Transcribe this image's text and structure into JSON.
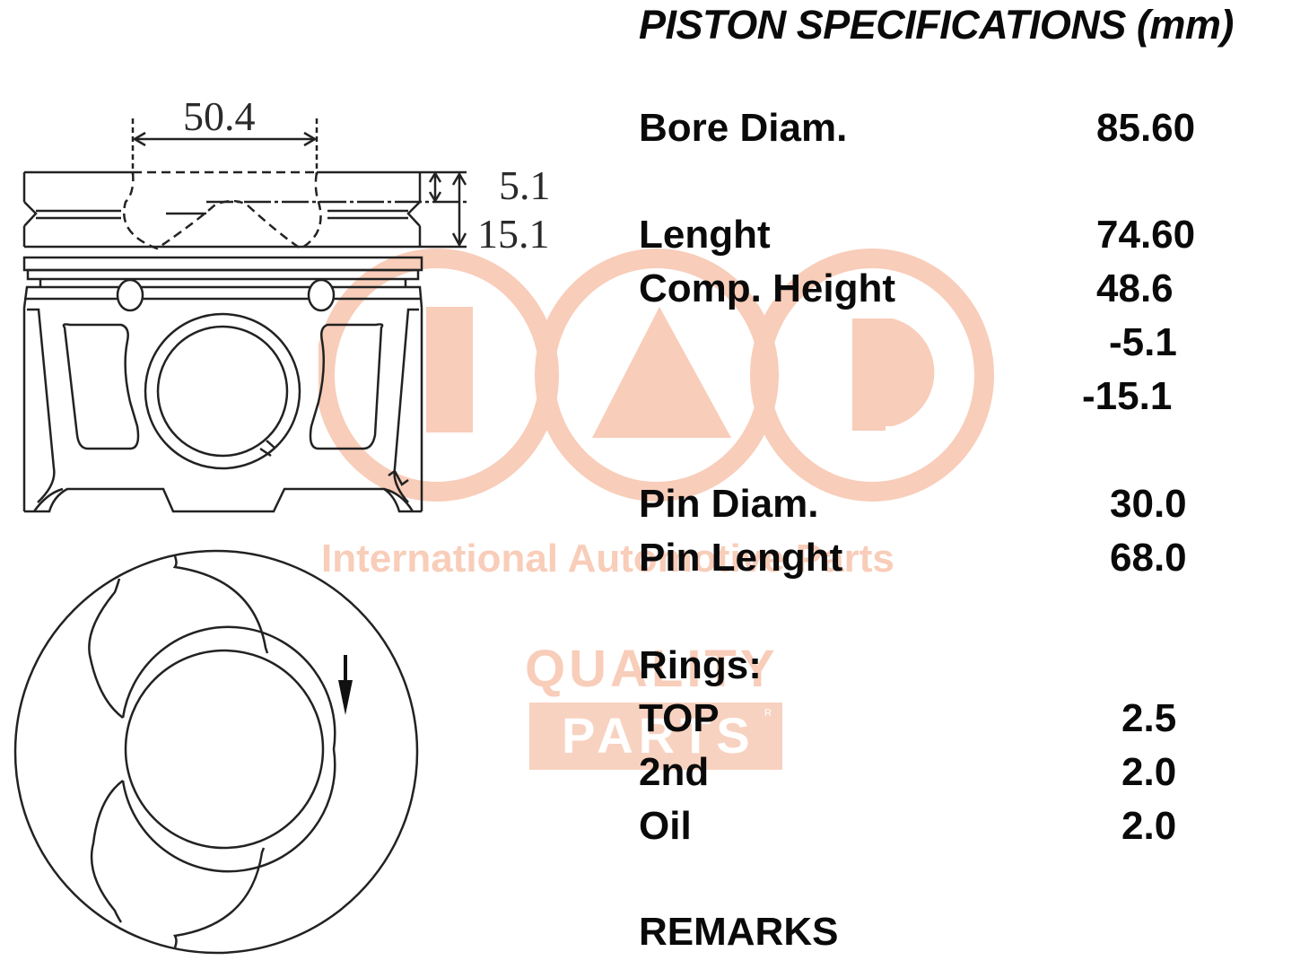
{
  "header": {
    "title": "PISTON SPECIFICATIONS (mm)"
  },
  "drawing": {
    "side_view": {
      "dimensions": {
        "bowl_diameter": "50.4",
        "bowl_depth": "5.1",
        "top_ring_depth": "15.1"
      }
    },
    "top_view": {
      "arrow_icon": "arrow-down-icon"
    }
  },
  "specs": {
    "bore_diam": {
      "label": "Bore Diam.",
      "value": "85.60"
    },
    "length": {
      "label": "Lenght",
      "value": "74.60"
    },
    "comp_height": {
      "label": "Comp. Height",
      "value": "48.6",
      "extra_values": [
        "-5.1",
        "-15.1"
      ]
    },
    "pin_diam": {
      "label": "Pin Diam.",
      "value": "30.0"
    },
    "pin_length": {
      "label": "Pin Lenght",
      "value": "68.0"
    },
    "rings": {
      "heading": "Rings:",
      "items": [
        {
          "label": "TOP",
          "value": "2.5"
        },
        {
          "label": "2nd",
          "value": "2.0"
        },
        {
          "label": "Oil",
          "value": "2.0"
        }
      ]
    },
    "remarks": {
      "label": "REMARKS"
    }
  },
  "watermark": {
    "logo_letters": "IAP",
    "tagline": "International Automotive Parts",
    "quality": "QUALITY",
    "parts": "PARTS",
    "registered": "R",
    "color": "#f8cdb9"
  }
}
